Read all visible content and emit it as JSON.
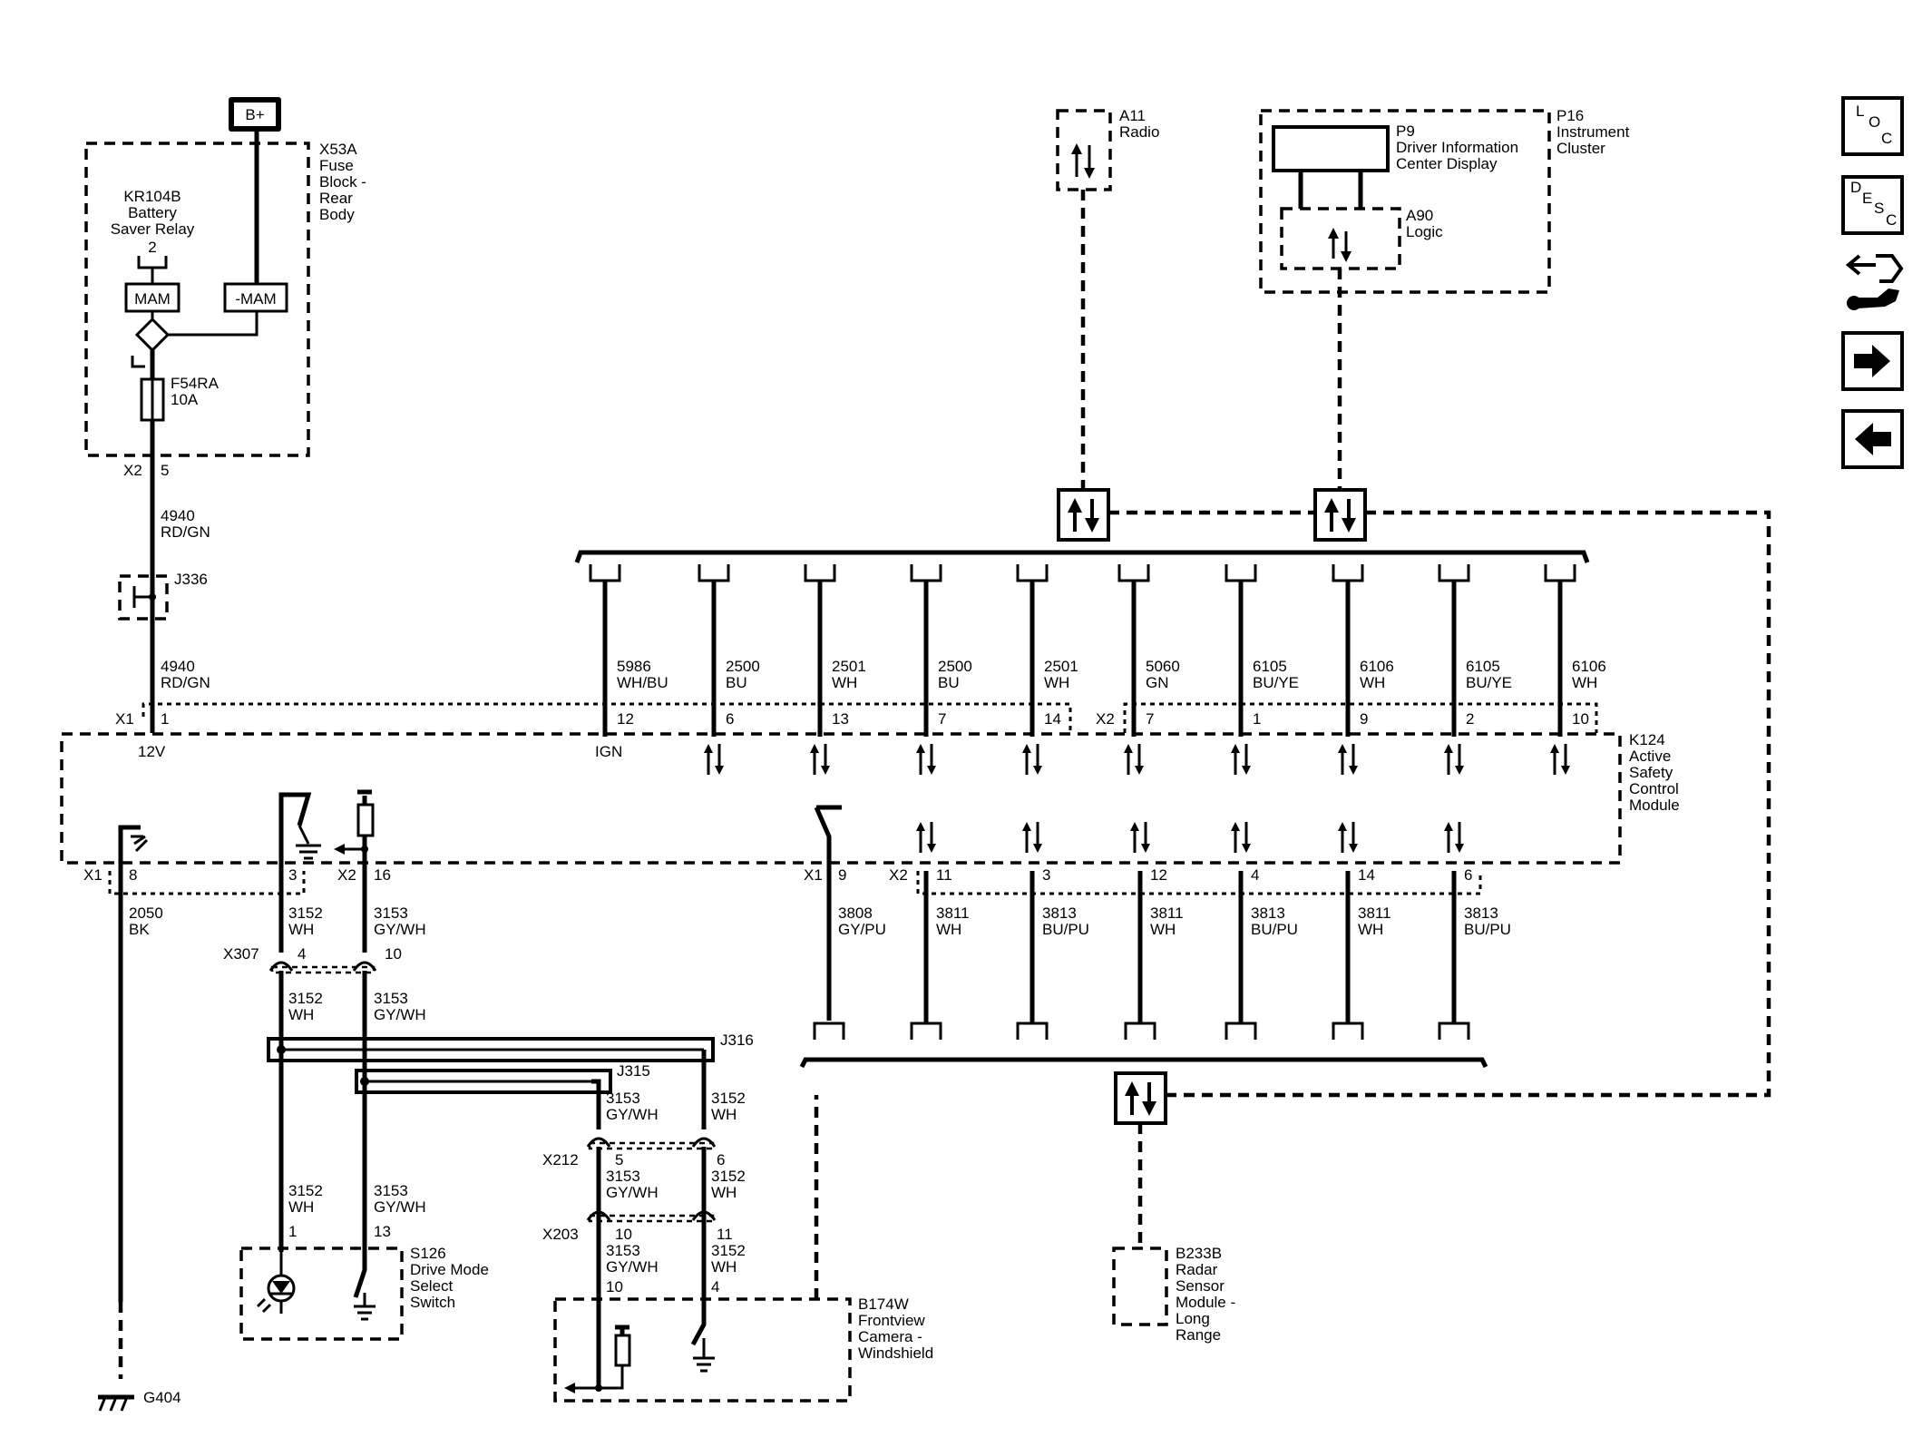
{
  "power": {
    "label": "B+"
  },
  "fuse_block": {
    "label": "X53A\nFuse\nBlock -\nRear\nBody"
  },
  "relay": {
    "label": "KR104B\nBattery\nSaver Relay",
    "pin": "2",
    "mam": "MAM",
    "not_mam": "-MAM"
  },
  "fuse": {
    "label": "F54RA\n10A"
  },
  "x2_conn": {
    "label": "X2",
    "pin": "5"
  },
  "wire_4940_a": "4940\nRD/GN",
  "splice_j336": "J336",
  "wire_4940_b": "4940\nRD/GN",
  "radio": {
    "label": "A11\nRadio"
  },
  "cluster": {
    "label": "P16\nInstrument\nCluster",
    "display": "P9\nDriver Information\nCenter Display",
    "logic": "A90\nLogic"
  },
  "module": {
    "label": "K124\nActive\nSafety\nControl\nModule",
    "x1": "X1",
    "x2": "X2",
    "v12": "12V",
    "ign": "IGN"
  },
  "top_pins": [
    {
      "wire": "5986\nWH/BU",
      "pin": "12"
    },
    {
      "wire": "2500\nBU",
      "pin": "6"
    },
    {
      "wire": "2501\nWH",
      "pin": "13"
    },
    {
      "wire": "2500\nBU",
      "pin": "7"
    },
    {
      "wire": "2501\nWH",
      "pin": "14"
    },
    {
      "wire": "5060\nGN",
      "pin": "7"
    },
    {
      "wire": "6105\nBU/YE",
      "pin": "1"
    },
    {
      "wire": "6106\nWH",
      "pin": "9"
    },
    {
      "wire": "6105\nBU/YE",
      "pin": "2"
    },
    {
      "wire": "6106\nWH",
      "pin": "10"
    }
  ],
  "top_x1_pin": "1",
  "bottom_left": {
    "x1": "X1",
    "pin8": "8",
    "wire_2050": "2050\nBK",
    "pin3": "3",
    "x2": "X2",
    "pin16": "16",
    "wire_3152_a": "3152\nWH",
    "wire_3153_a": "3153\nGY/WH",
    "x307": "X307",
    "x307_p4": "4",
    "x307_p10": "10",
    "wire_3152_b": "3152\nWH",
    "wire_3153_b": "3153\nGY/WH",
    "j316": "J316",
    "j315": "J315",
    "wire_3152_c": "3152\nWH",
    "wire_3153_c": "3153\nGY/WH",
    "s126_p1": "1",
    "s126_p13": "13",
    "s126": "S126\nDrive Mode\nSelect\nSwitch",
    "ground": "G404"
  },
  "camera_branch": {
    "wire_3153_d": "3153\nGY/WH",
    "wire_3152_d": "3152\nWH",
    "x212": "X212",
    "x212_p5": "5",
    "x212_p6": "6",
    "wire_3153_e": "3153\nGY/WH",
    "wire_3152_e": "3152\nWH",
    "x203": "X203",
    "x203_p10": "10",
    "x203_p11": "11",
    "wire_3153_f": "3153\nGY/WH",
    "wire_3152_f": "3152\nWH",
    "cam_p10": "10",
    "cam_p4": "4",
    "camera": "B174W\nFrontview\nCamera -\nWindshield"
  },
  "bottom_right": {
    "x1": "X1",
    "pin9": "9",
    "wire_3808": "3808\nGY/PU",
    "x2": "X2",
    "pins": [
      {
        "pin": "11",
        "wire": "3811\nWH"
      },
      {
        "pin": "3",
        "wire": "3813\nBU/PU"
      },
      {
        "pin": "12",
        "wire": "3811\nWH"
      },
      {
        "pin": "4",
        "wire": "3813\nBU/PU"
      },
      {
        "pin": "14",
        "wire": "3811\nWH"
      },
      {
        "pin": "6",
        "wire": "3813\nBU/PU"
      }
    ]
  },
  "radar": {
    "label": "B233B\nRadar\nSensor\nModule -\nLong\nRange"
  },
  "nav_buttons": {
    "loc": [
      "L",
      "O",
      "C"
    ],
    "desc": [
      "D",
      "E",
      "S",
      "C"
    ]
  }
}
